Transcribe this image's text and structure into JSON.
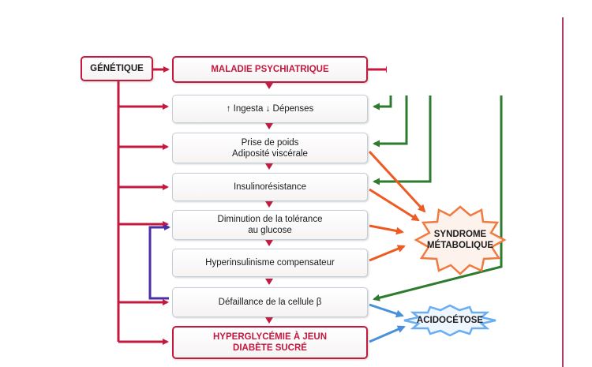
{
  "diagram": {
    "genetique": "GÉNÉTIQUE",
    "nodes": [
      {
        "id": "maladie",
        "lines": [
          "MALADIE PSYCHIATRIQUE"
        ]
      },
      {
        "id": "ingesta",
        "up": "↑",
        "mid": " Ingesta ",
        "down": "↓",
        "end": " Dépenses"
      },
      {
        "id": "prise",
        "lines": [
          "Prise de poids",
          "Adiposité viscérale"
        ]
      },
      {
        "id": "insulino",
        "lines": [
          "Insulinorésistance"
        ]
      },
      {
        "id": "diminution",
        "lines": [
          "Diminution de la tolérance",
          "au glucose"
        ]
      },
      {
        "id": "hyperinsulinisme",
        "lines": [
          "Hyperinsulinisme compensateur"
        ]
      },
      {
        "id": "defaillance",
        "lines": [
          "Défaillance de la cellule β"
        ]
      },
      {
        "id": "hyperglycemie",
        "lines": [
          "HYPERGLYCÉMIE À JEUN",
          "DIABÈTE SUCRÉ"
        ]
      }
    ],
    "syndrome": [
      "SYNDROME",
      "MÉTABOLIQUE"
    ],
    "acidocetose": "ACIDOCÉTOSE",
    "colors": {
      "crimson": "#c4183e",
      "green": "#2e7a2e",
      "orange": "#ee5a24",
      "purple": "#4b2fa8",
      "blue": "#4a90d9",
      "box_border": "#c3ced8"
    }
  }
}
